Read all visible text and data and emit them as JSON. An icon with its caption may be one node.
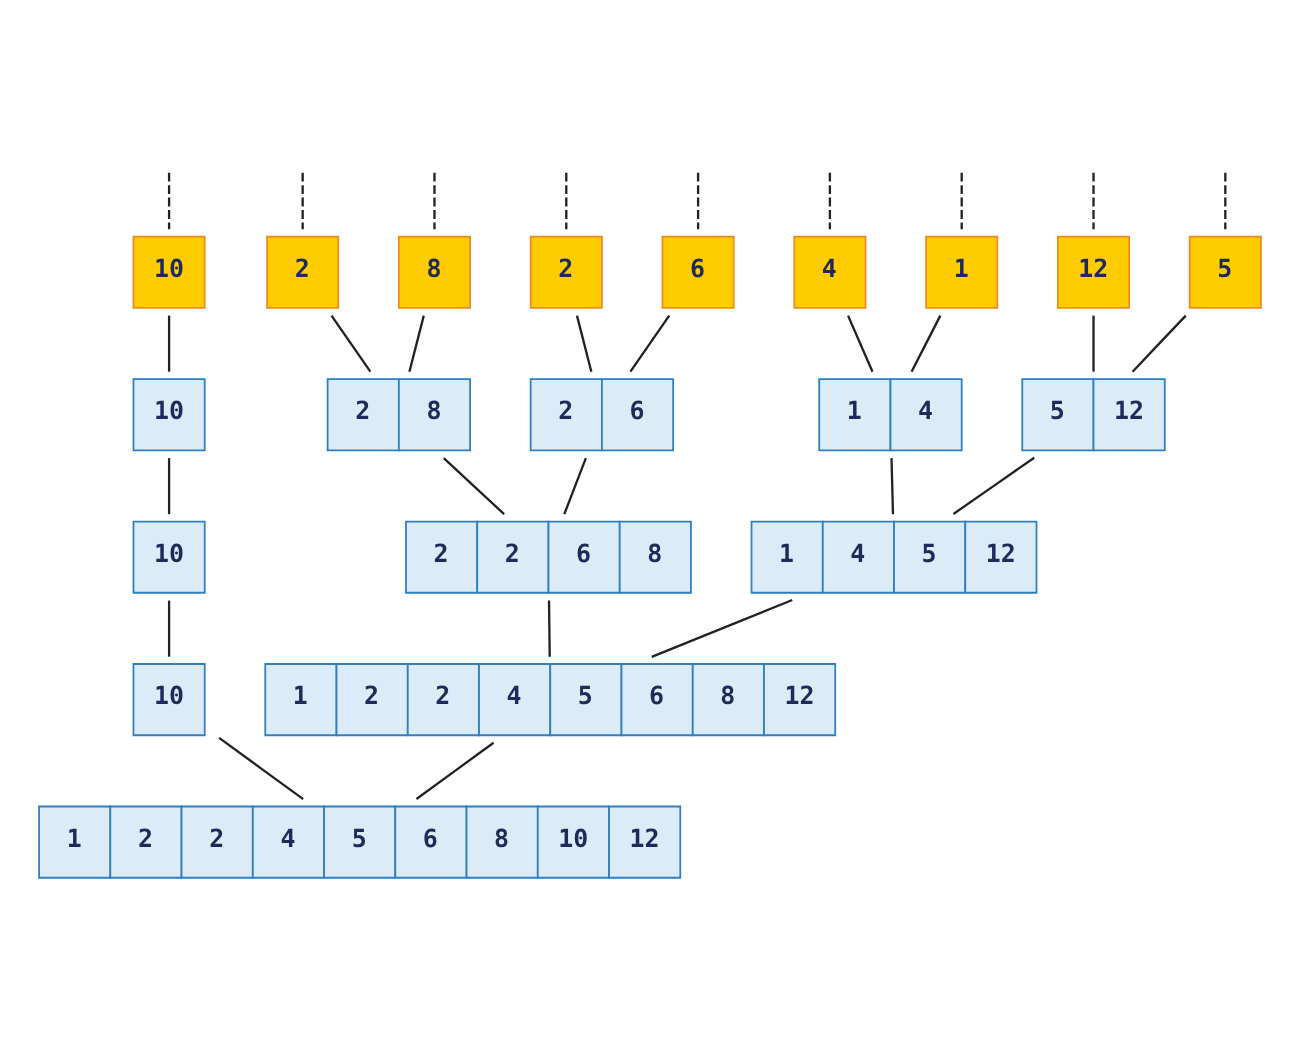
{
  "diagram": {
    "nodes": [
      {
        "text": [
          "5"
        ]
      },
      {
        "text": [
          "12"
        ]
      },
      {
        "text": [
          "4"
        ]
      },
      {
        "text": [
          "1"
        ]
      },
      {
        "text": [
          "2"
        ]
      },
      {
        "text": [
          "8"
        ]
      },
      {
        "text": [
          "2"
        ]
      },
      {
        "text": [
          "6"
        ]
      },
      {
        "text": [
          "10"
        ]
      },
      {
        "text": [
          "5",
          "12"
        ]
      },
      {
        "text": [
          "1",
          "4"
        ]
      },
      {
        "text": [
          "2",
          "8"
        ]
      },
      {
        "text": [
          "2",
          "6"
        ]
      },
      {
        "text": [
          "10"
        ]
      },
      {
        "text": [
          "1",
          "4",
          "5",
          "12"
        ]
      },
      {
        "text": [
          "2",
          "2",
          "6",
          "8"
        ]
      },
      {
        "text": [
          "10"
        ]
      },
      {
        "text": [
          "1",
          "2",
          "2",
          "4",
          "5",
          "6",
          "8",
          "12"
        ]
      },
      {
        "text": [
          "10"
        ]
      },
      {
        "text": [
          "1",
          "2",
          "2",
          "4",
          "5",
          "6",
          "8",
          "10",
          "12"
        ]
      }
    ],
    "edges": [
      {
        "from": null,
        "to": 0,
        "arrow": "none",
        "style": "dashed"
      },
      {
        "from": null,
        "to": 1,
        "arrow": "none",
        "style": "dashed"
      },
      {
        "from": null,
        "to": 2,
        "arrow": "none",
        "style": "dashed"
      },
      {
        "from": null,
        "to": 3,
        "arrow": "none",
        "style": "dashed"
      },
      {
        "from": null,
        "to": 4,
        "arrow": "none",
        "style": "dashed"
      },
      {
        "from": null,
        "to": 5,
        "arrow": "none",
        "style": "dashed"
      },
      {
        "from": null,
        "to": 6,
        "arrow": "none",
        "style": "dashed"
      },
      {
        "from": null,
        "to": 7,
        "arrow": "none",
        "style": "dashed"
      },
      {
        "from": null,
        "to": 8,
        "arrow": "none",
        "style": "dashed"
      },
      {
        "from": 0,
        "to": 9,
        "arrow": "none"
      },
      {
        "from": 1,
        "to": 9,
        "arrow": "none"
      },
      {
        "from": 2,
        "to": 10,
        "arrow": "none"
      },
      {
        "from": 3,
        "to": 10,
        "arrow": "none"
      },
      {
        "from": 4,
        "to": 11,
        "arrow": "none"
      },
      {
        "from": 5,
        "to": 11,
        "arrow": "none"
      },
      {
        "from": 6,
        "to": 12,
        "arrow": "none"
      },
      {
        "from": 7,
        "to": 12,
        "arrow": "none"
      },
      {
        "from": 8,
        "to": 13,
        "arrow": "none"
      },
      {
        "from": 9,
        "to": 14,
        "arrow": "none"
      },
      {
        "from": 10,
        "to": 14,
        "arrow": "none"
      },
      {
        "from": 11,
        "to": 15,
        "arrow": "none"
      },
      {
        "from": 12,
        "to": 15,
        "arrow": "none"
      },
      {
        "from": 13,
        "to": 16,
        "arrow": "none"
      },
      {
        "from": 14,
        "to": 17,
        "arrow": "none"
      },
      {
        "from": 15,
        "to": 17,
        "arrow": "none"
      },
      {
        "from": 16,
        "to": 18,
        "arrow": "none"
      },
      {
        "from": 17,
        "to": 19,
        "arrow": "none"
      },
      {
        "from": 18,
        "to": 19,
        "arrow": "none"
      }
    ]
  }
}
